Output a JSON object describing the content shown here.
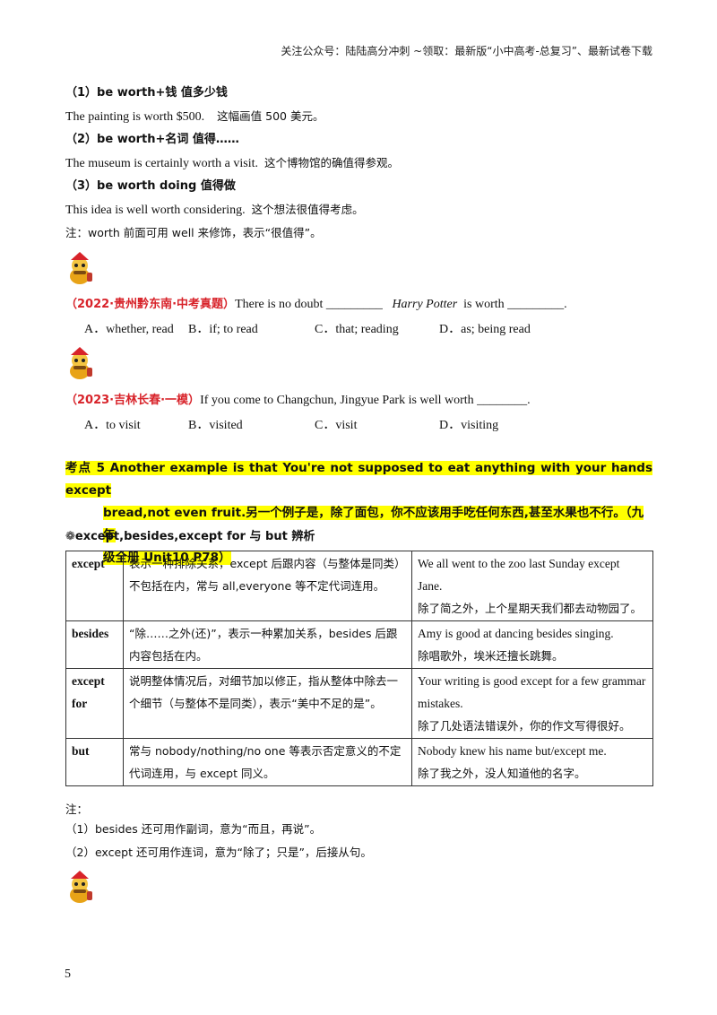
{
  "header_note": "关注公众号：陆陆高分冲刺  ~领取：最新版“小中高考-总复习”、最新试卷下载",
  "worth": {
    "h1": "（1）be worth+钱  值多少钱",
    "ex1_en": "The painting is worth $500.",
    "ex1_zh": "这幅画值  500  美元。",
    "h2": "（2）be worth+名词  值得……",
    "ex2_en": "The museum is certainly worth a visit.",
    "ex2_zh": "这个博物馆的确值得参观。",
    "h3": "（3）be worth doing  值得做",
    "ex3_en": "This idea is well worth considering.",
    "ex3_zh": "这个想法很值得考虑。",
    "note": "注：worth  前面可用  well 来修饰，表示“很值得”。"
  },
  "q1": {
    "source": "（2022·贵州黔东南·中考真题）",
    "stem_a": "There is no doubt _________",
    "stem_b": "Harry Potter",
    "stem_c": "is worth _________.",
    "options": [
      "A．whether, read",
      "B．if; to read",
      "C．that; reading",
      "D．as; being read"
    ]
  },
  "q2": {
    "source": "（2023·吉林长春·一模）",
    "stem": "If you come to Changchun, Jingyue Park is well worth ________.",
    "options": [
      "A．to visit",
      "B．visited",
      "C．visit",
      "D．visiting"
    ]
  },
  "kaodian5": {
    "line1": "考点 5  Another  example  is  that  You're  not  supposed  to  eat  anything  with  your  hands  except",
    "line2": "bread,not  even  fruit.另一个例子是，除了面包，你不应该用手吃任何东西,甚至水果也不行。（九年",
    "line3": "级全册 Unit10  P78）"
  },
  "table_title": "❁except,besides,except  for  与  but  辨析",
  "table_rows": [
    {
      "term": "except",
      "desc": "表示一种排除关系，except  后跟内容（与整体是同类）不包括在内，常与  all,everyone  等不定代词连用。",
      "ex_en": "We all went to the zoo last Sunday except Jane.",
      "ex_zh": "除了简之外，上个星期天我们都去动物园了。"
    },
    {
      "term": "besides",
      "desc": "“除……之外(还)”，表示一种累加关系，besides 后跟内容包括在内。",
      "ex_en": "Amy is good at dancing besides singing.",
      "ex_zh": "除唱歌外，埃米还擅长跳舞。"
    },
    {
      "term": "except for",
      "desc": "说明整体情况后，对细节加以修正，指从整体中除去一个细节（与整体不是同类），表示“美中不足的是”。",
      "ex_en": "Your writing is good except for a few grammar mistakes.",
      "ex_zh": "除了几处语法错误外，你的作文写得很好。"
    },
    {
      "term": "but",
      "desc": "常与  nobody/nothing/no one  等表示否定意义的不定代词连用，与  except  同义。",
      "ex_en": "Nobody knew his name but/except me.",
      "ex_zh": "除了我之外，没人知道他的名字。"
    }
  ],
  "notes": {
    "label": "注：",
    "n1": "（1）besides  还可用作副词，意为“而且，再说”。",
    "n2": "（2）except  还可用作连词，意为“除了；只是”，后接从句。"
  },
  "page_number": "5"
}
